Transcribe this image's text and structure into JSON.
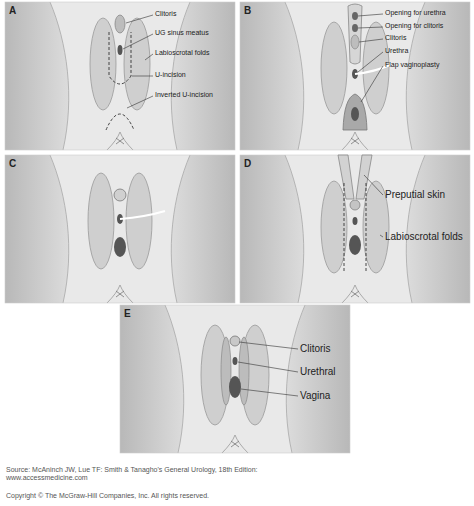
{
  "diagram": {
    "labels": [
      "A",
      "Clitoris",
      "UG sinus meatus",
      "Labioscrotal folds",
      "U-incision",
      "Inverted U-incision",
      "B",
      "Opening for urethra",
      "Opening for clitoris",
      "Clitoris",
      "Urethra",
      "Flap vaginoplasty",
      "C",
      "D",
      "Preputial skin",
      "Labioscrotal folds",
      "E",
      "Clitoris",
      "Urethral",
      "Vagina",
      "Source: McAninch JW, Lue TF: Smith & Tanagho's General Urology, 18th Edition: www.accessmedicine.com",
      "Copyright © The McGraw-Hill Companies, Inc. All rights reserved."
    ]
  }
}
